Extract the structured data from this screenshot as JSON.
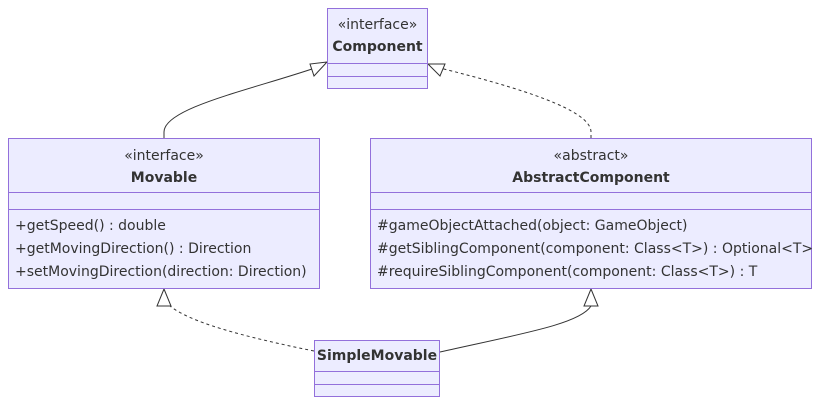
{
  "diagram": {
    "colors": {
      "fill": "#ECECFF",
      "stroke": "#9370DB",
      "line": "#333333",
      "text": "#333333"
    },
    "classes": {
      "component": {
        "stereotype": "«interface»",
        "name": "Component",
        "methods": []
      },
      "movable": {
        "stereotype": "«interface»",
        "name": "Movable",
        "methods": [
          "+getSpeed() : double",
          "+getMovingDirection() : Direction",
          "+setMovingDirection(direction: Direction)"
        ]
      },
      "abstract_component": {
        "stereotype": "«abstract»",
        "name": "AbstractComponent",
        "methods": [
          "#gameObjectAttached(object: GameObject)",
          "#getSiblingComponent(component: Class<T>) : Optional<T>",
          "#requireSiblingComponent(component: Class<T>) : T"
        ]
      },
      "simple_movable": {
        "name": "SimpleMovable",
        "methods": []
      }
    },
    "relations": [
      {
        "from": "Movable",
        "to": "Component",
        "type": "inheritance"
      },
      {
        "from": "AbstractComponent",
        "to": "Component",
        "type": "realization"
      },
      {
        "from": "SimpleMovable",
        "to": "Movable",
        "type": "realization"
      },
      {
        "from": "SimpleMovable",
        "to": "AbstractComponent",
        "type": "inheritance"
      }
    ]
  }
}
